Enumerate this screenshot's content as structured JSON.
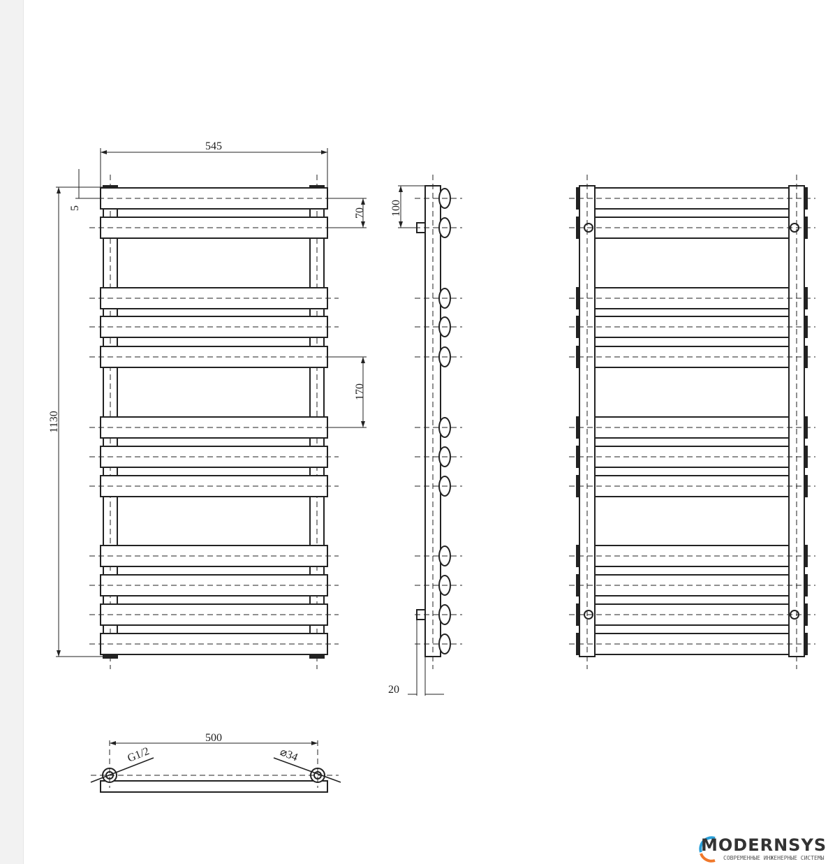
{
  "dimensions": {
    "width_overall": "545",
    "top_offset": "5",
    "top_bar_spacing": "70",
    "wall_distance_top": "100",
    "group_spacing": "170",
    "height_overall": "1130",
    "wall_gap": "20",
    "pipe_centers": "500",
    "thread": "G1/2",
    "pipe_diameter": "⌀34"
  },
  "logo": {
    "name": "MODERNSYS",
    "tagline": "СОВРЕМЕННЫЕ ИНЖЕНЕРНЫЕ СИСТЕМЫ",
    "colors": {
      "blue": "#2a9fd8",
      "orange": "#f0782a"
    }
  }
}
